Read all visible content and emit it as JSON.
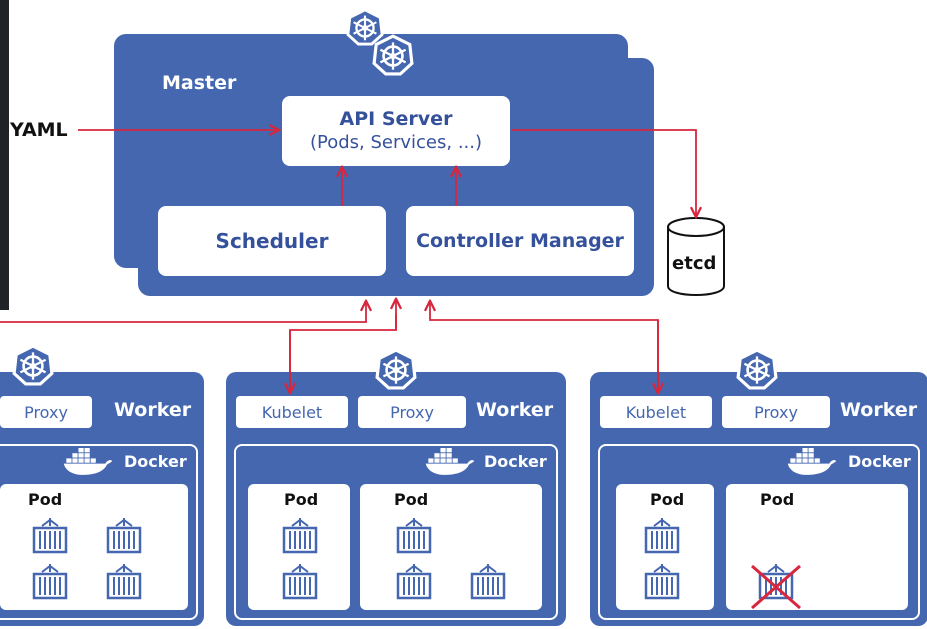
{
  "input_label": "YAML",
  "master": {
    "title": "Master",
    "api_server": {
      "title": "API Server",
      "subtitle": "(Pods, Services, ...)"
    },
    "scheduler": "Scheduler",
    "controller_manager": "Controller Manager"
  },
  "etcd": "etcd",
  "workers": [
    {
      "title": "Worker",
      "kubelet": "",
      "proxy": "Proxy",
      "docker": "Docker",
      "pods": [
        {
          "label": "Pod",
          "containers": 4
        }
      ]
    },
    {
      "title": "Worker",
      "kubelet": "Kubelet",
      "proxy": "Proxy",
      "docker": "Docker",
      "pods": [
        {
          "label": "Pod",
          "containers": 2
        },
        {
          "label": "Pod",
          "containers": 3
        }
      ]
    },
    {
      "title": "Worker",
      "kubelet": "Kubelet",
      "proxy": "Proxy",
      "docker": "Docker",
      "pods": [
        {
          "label": "Pod",
          "containers": 2
        },
        {
          "label": "Pod",
          "containers": 1,
          "failed": true
        }
      ]
    }
  ],
  "colors": {
    "panel": "#4467b0",
    "arrow": "#d7263d",
    "text_blue": "#35519b"
  },
  "icons": [
    "kubernetes-helm-icon",
    "docker-whale-icon",
    "container-icon",
    "failed-cross-icon",
    "database-icon"
  ]
}
